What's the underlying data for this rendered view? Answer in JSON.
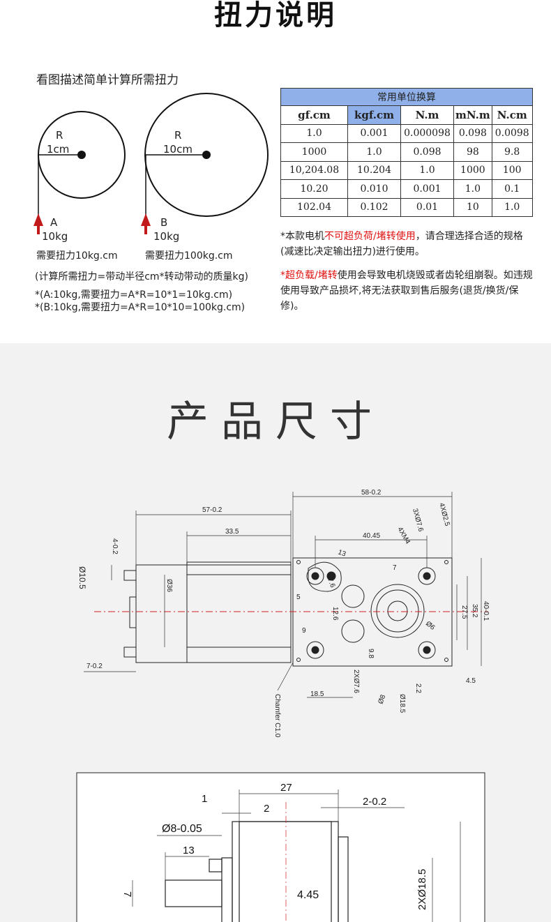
{
  "torque": {
    "title": "扭力说明",
    "subtitle": "看图描述简单计算所需扭力",
    "left_wheel": {
      "r_letter": "R",
      "r_value": "1cm",
      "arrow_letter": "A",
      "mass": "10kg",
      "need": "需要扭力10kg.cm"
    },
    "right_wheel": {
      "r_letter": "R",
      "r_value": "10cm",
      "arrow_letter": "B",
      "mass": "10kg",
      "need": "需要扭力100kg.cm"
    },
    "formula_main": "(计算所需扭力=带动半径cm*转动带动的质量kg)",
    "formula_a": "*(A:10kg,需要扭力=A*R=10*1=10kg.cm)",
    "formula_b": "*(B:10kg,需要扭力=A*R=10*10=100kg.cm)"
  },
  "table": {
    "header": "常用单位换算",
    "columns": [
      "gf.cm",
      "kgf.cm",
      "N.m",
      "mN.m",
      "N.cm"
    ],
    "rows": [
      [
        "1.0",
        "0.001",
        "0.000098",
        "0.098",
        "0.0098"
      ],
      [
        "1000",
        "1.0",
        "0.098",
        "98",
        "9.8"
      ],
      [
        "10,204.08",
        "10.204",
        "1.0",
        "1000",
        "100"
      ],
      [
        "10.20",
        "0.010",
        "0.001",
        "1.0",
        "0.1"
      ],
      [
        "102.04",
        "0.102",
        "0.01",
        "10",
        "1.0"
      ]
    ]
  },
  "notes": {
    "n1_pre": "*本款电机",
    "n1_red": "不可超负荷/堵转使用",
    "n1_post": "，请合理选择合适的规格(减速比决定输出扭力)进行使用。",
    "n2_red": "*超负载/堵转",
    "n2_post": "使用会导致电机烧毁或者齿轮组崩裂。如违规使用导致产品损坏,将无法获取到售后服务(退货/换货/保修)。"
  },
  "colors": {
    "accent_red": "#c21a1a",
    "table_header": "#8fb0e8",
    "section_bg": "#f2f2f2"
  },
  "size": {
    "title": "产品尺寸",
    "d58": "58-0.2",
    "d57": "57-0.2",
    "d33": "33.5",
    "d40_45": "40.45",
    "d13": "13",
    "d4m4": "4XM4",
    "d3x76": "3XØ7.6",
    "d4x25": "4XØ2.5",
    "d4_02": "4-0.2",
    "d105": "Ø10.5",
    "d36": "Ø36",
    "d7": "7",
    "d76": "7.6",
    "d5": "5",
    "d126": "12.6",
    "d9": "9",
    "d98": "9.8",
    "d6": "Ø6",
    "d352": "35.2",
    "d275": "27.5",
    "d4001": "40-0.1",
    "d7_02": "7-0.2",
    "d185a": "18.5",
    "d2x76": "2XØ7.6",
    "d8": "Ø8",
    "d185b": "Ø18.5",
    "d22": "2.2",
    "d45": "4.5",
    "chamfer": "Chamfer C1.0",
    "s27": "27",
    "s1": "1",
    "s2": "2",
    "s2_02": "2-0.2",
    "s8": "Ø8-0.05",
    "s13": "13",
    "s7": "7",
    "s445": "4.45",
    "s2x185": "2XØ18.5"
  }
}
